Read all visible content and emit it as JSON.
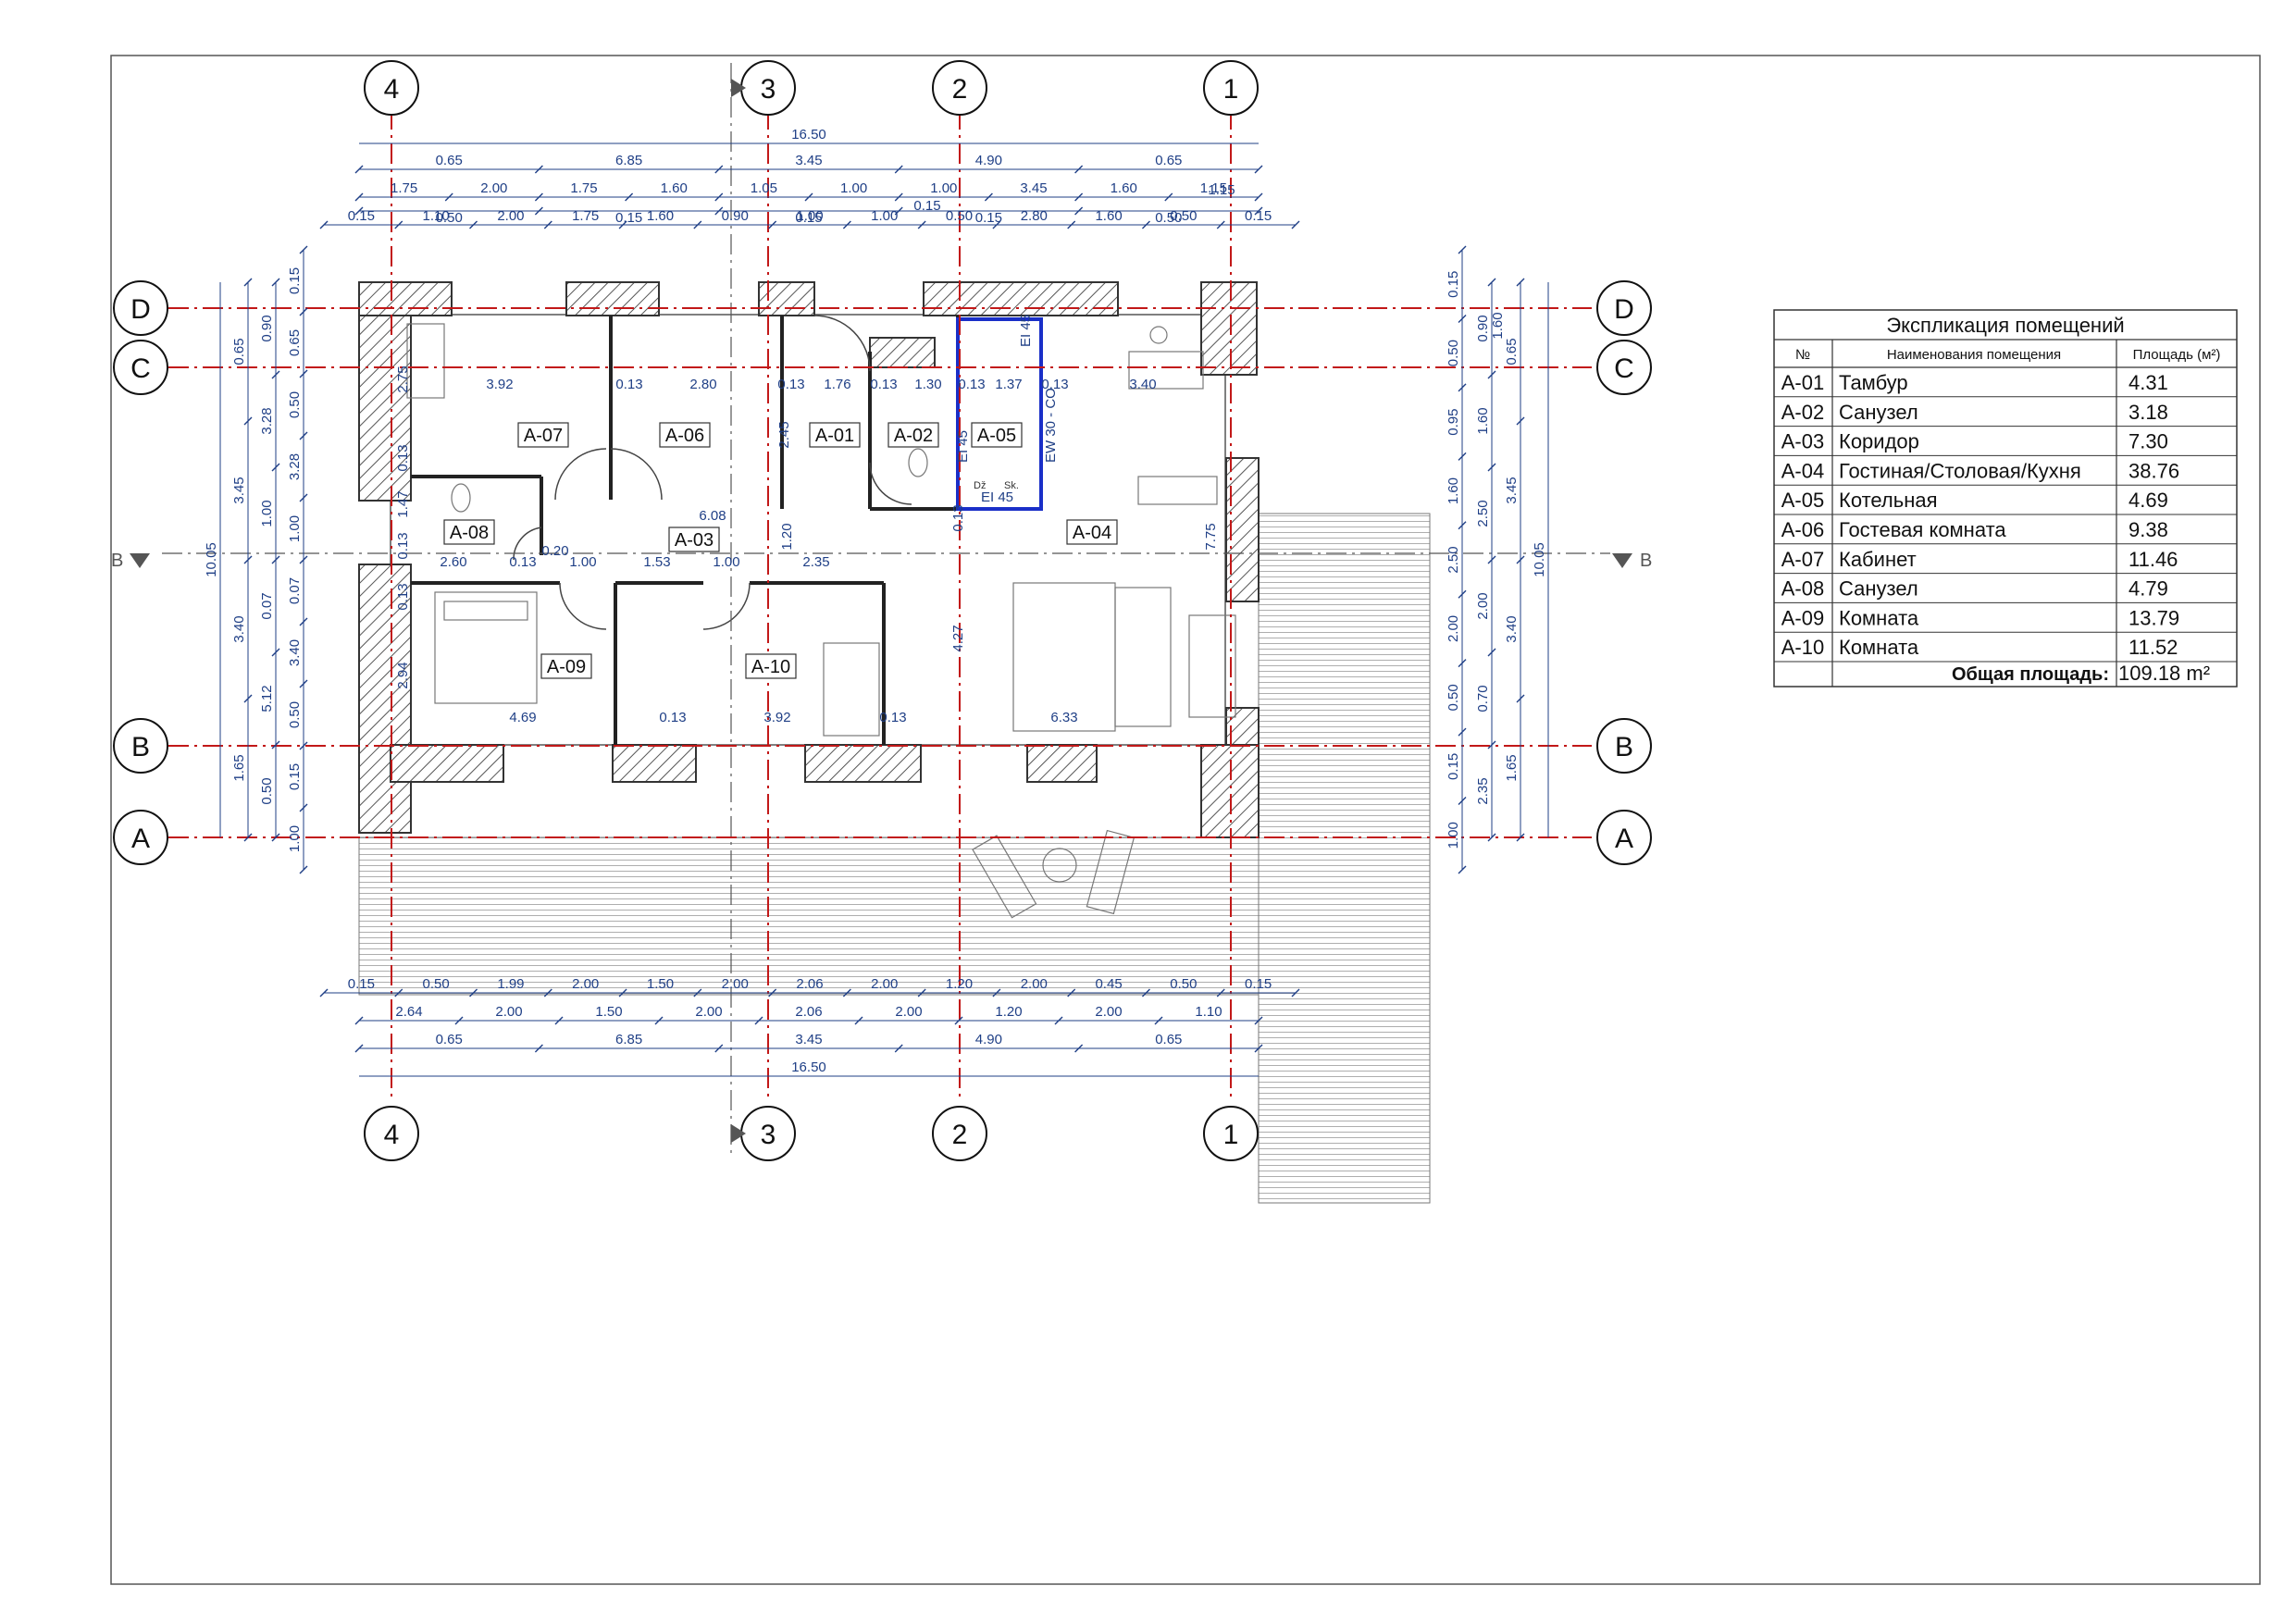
{
  "colors": {
    "grid_axis": "#c21818",
    "dimension": "#1f3f86",
    "wall_hatch": "#555555",
    "boiler_outline": "#1a2fc8",
    "frame": "#555555"
  },
  "grid": {
    "columns": [
      "4",
      "3",
      "2",
      "1"
    ],
    "rows": [
      "D",
      "C",
      "B",
      "A"
    ],
    "section_mark": "В"
  },
  "dimensions": {
    "top": {
      "overall": "16.50",
      "row1": [
        "0.65",
        "6.85",
        "3.45",
        "4.90",
        "0.65"
      ],
      "row2": [
        "1.75",
        "2.00",
        "1.75",
        "1.60",
        "1.05",
        "1.00",
        "1.00",
        "3.45",
        "1.60",
        "1.15"
      ],
      "row2_sub": [
        "0.50",
        "0.15",
        "0.15",
        "0.15",
        "0.50"
      ],
      "row3": [
        "0.15",
        "1.10",
        "2.00",
        "1.75",
        "1.60",
        "0.90",
        "1.00",
        "1.00",
        "0.50",
        "2.80",
        "1.60",
        "0.50",
        "0.15"
      ],
      "row3_sub": [
        "0.15"
      ]
    },
    "bottom": {
      "overall": "16.50",
      "row1": [
        "0.15",
        "0.50",
        "1.99",
        "2.00",
        "1.50",
        "2.00",
        "2.06",
        "2.00",
        "1.20",
        "2.00",
        "0.45",
        "0.50",
        "0.15"
      ],
      "row2": [
        "2.64",
        "2.00",
        "1.50",
        "2.00",
        "2.06",
        "2.00",
        "1.20",
        "2.00",
        "1.10"
      ],
      "row3": [
        "0.65",
        "6.85",
        "3.45",
        "4.90",
        "0.65"
      ]
    },
    "left": {
      "overall": "10.05",
      "col1": [
        "0.65",
        "3.45",
        "3.40",
        "1.65"
      ],
      "col2": [
        "0.90",
        "3.28",
        "1.00",
        "0.07",
        "5.12",
        "0.50"
      ],
      "col3": [
        "0.15",
        "0.65",
        "0.50",
        "3.28",
        "1.00",
        "0.07",
        "3.40",
        "0.50",
        "0.15",
        "1.00"
      ]
    },
    "right": {
      "overall": "10.05",
      "col1": [
        "0.65",
        "3.45",
        "3.40",
        "1.65"
      ],
      "col2": [
        "0.90",
        "1.60",
        "2.50",
        "2.00",
        "0.70",
        "2.35"
      ],
      "col3": [
        "0.15",
        "0.50",
        "0.95",
        "1.60",
        "2.50",
        "2.00",
        "0.50",
        "0.15",
        "1.00"
      ],
      "col3_sub": [
        "1.60"
      ]
    },
    "interior": [
      {
        "t": "3.92"
      },
      {
        "t": "0.13"
      },
      {
        "t": "2.80"
      },
      {
        "t": "0.13"
      },
      {
        "t": "1.76"
      },
      {
        "t": "0.13"
      },
      {
        "t": "1.30"
      },
      {
        "t": "0.13"
      },
      {
        "t": "1.37"
      },
      {
        "t": "0.13"
      },
      {
        "t": "3.40"
      },
      {
        "t": "2.75"
      },
      {
        "t": "0.13"
      },
      {
        "t": "1.47"
      },
      {
        "t": "0.13"
      },
      {
        "t": "2.45"
      },
      {
        "t": "6.08"
      },
      {
        "t": "1.20"
      },
      {
        "t": "2.60"
      },
      {
        "t": "0.13"
      },
      {
        "t": "0.20"
      },
      {
        "t": "1.00"
      },
      {
        "t": "1.53"
      },
      {
        "t": "1.00"
      },
      {
        "t": "2.35"
      },
      {
        "t": "0.13"
      },
      {
        "t": "2.94"
      },
      {
        "t": "4.69"
      },
      {
        "t": "0.13"
      },
      {
        "t": "3.92"
      },
      {
        "t": "0.13"
      },
      {
        "t": "6.33"
      },
      {
        "t": "4.27"
      },
      {
        "t": "7.75"
      },
      {
        "t": "0.13"
      },
      {
        "t": "1.15"
      }
    ]
  },
  "rooms": [
    {
      "tag": "A-07"
    },
    {
      "tag": "A-06"
    },
    {
      "tag": "A-01"
    },
    {
      "tag": "A-02"
    },
    {
      "tag": "A-05"
    },
    {
      "tag": "A-08"
    },
    {
      "tag": "A-03"
    },
    {
      "tag": "A-04"
    },
    {
      "tag": "A-09"
    },
    {
      "tag": "A-10"
    }
  ],
  "boiler_room_notes": [
    "EI 45",
    "EW 30 - CO",
    "EI 45",
    "EI 45",
    "Dž",
    "Sk."
  ],
  "explication": {
    "title": "Экспликация помещений",
    "headers": [
      "№",
      "Наименования помещения",
      "Площадь (м²)"
    ],
    "rows": [
      {
        "no": "A-01",
        "name": "Тамбур",
        "area": "4.31"
      },
      {
        "no": "A-02",
        "name": "Санузел",
        "area": "3.18"
      },
      {
        "no": "A-03",
        "name": "Коридор",
        "area": "7.30"
      },
      {
        "no": "A-04",
        "name": "Гостиная/Столовая/Кухня",
        "area": "38.76"
      },
      {
        "no": "A-05",
        "name": "Котельная",
        "area": "4.69"
      },
      {
        "no": "A-06",
        "name": "Гостевая комната",
        "area": "9.38"
      },
      {
        "no": "A-07",
        "name": "Кабинет",
        "area": "11.46"
      },
      {
        "no": "A-08",
        "name": "Санузел",
        "area": "4.79"
      },
      {
        "no": "A-09",
        "name": "Комната",
        "area": "13.79"
      },
      {
        "no": "A-10",
        "name": "Комната",
        "area": "11.52"
      }
    ],
    "total_label": "Общая площадь:",
    "total_value": "109.18 m²"
  }
}
